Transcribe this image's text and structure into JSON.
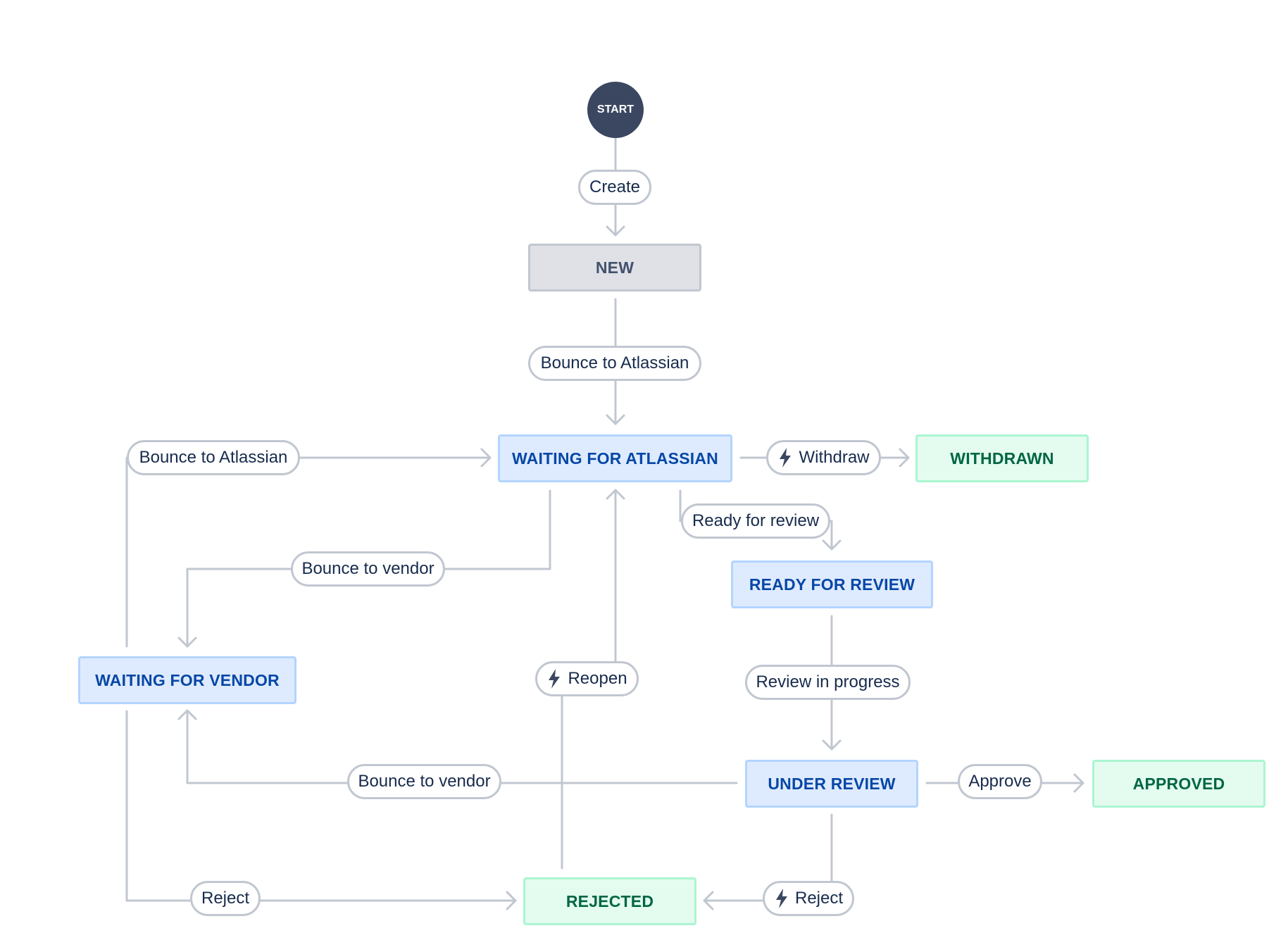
{
  "start_label": "START",
  "colors": {
    "line": "#c1c7d0",
    "start_fill": "#3b4761",
    "todo_bg": "#dfe1e6",
    "inprogress_bg": "#deebff",
    "inprogress_text": "#0747a6",
    "done_bg": "#e3fcef",
    "done_text": "#006644"
  },
  "statuses": {
    "new": "NEW",
    "waiting_for_atlassian": "WAITING FOR ATLASSIAN",
    "withdrawn": "WITHDRAWN",
    "ready_for_review": "READY FOR REVIEW",
    "waiting_for_vendor": "WAITING FOR VENDOR",
    "under_review": "UNDER REVIEW",
    "approved": "APPROVED",
    "rejected": "REJECTED"
  },
  "transitions": {
    "create": "Create",
    "bounce_to_atlassian_from_new": "Bounce to Atlassian",
    "bounce_to_atlassian_from_vendor": "Bounce to Atlassian",
    "withdraw": "Withdraw",
    "ready_for_review": "Ready for review",
    "bounce_to_vendor_from_atlassian": "Bounce to vendor",
    "reopen": "Reopen",
    "review_in_progress": "Review in progress",
    "bounce_to_vendor_from_review": "Bounce to vendor",
    "approve": "Approve",
    "reject_from_vendor": "Reject",
    "reject_from_review": "Reject"
  },
  "icons": {
    "global_transition": "lightning-bolt-icon",
    "arrowhead": "chevron-arrowhead-icon"
  }
}
